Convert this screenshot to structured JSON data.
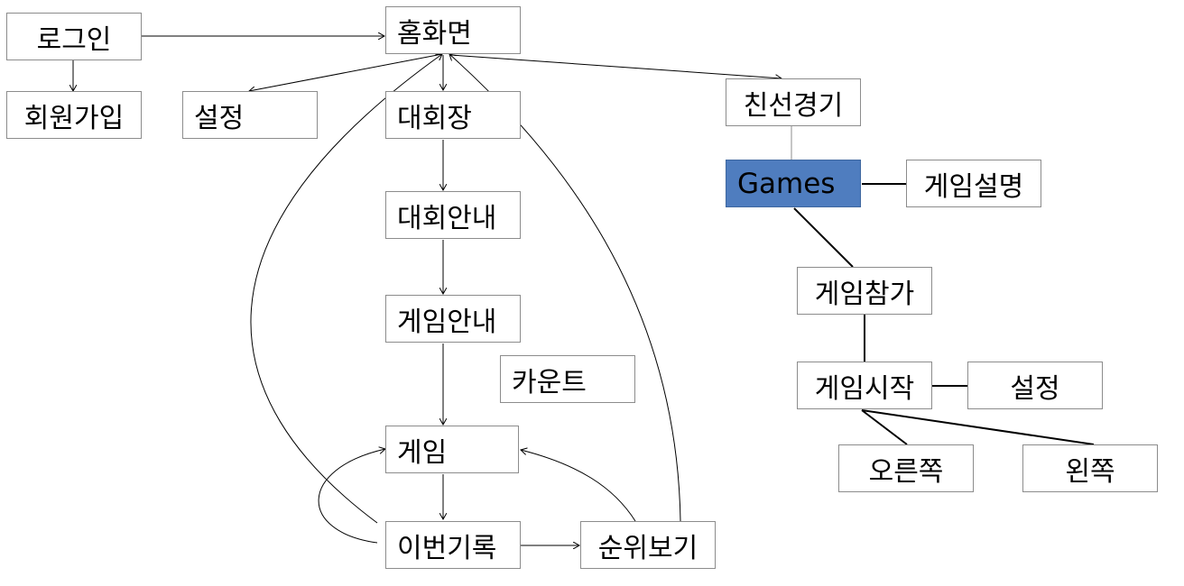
{
  "nodes": {
    "login": "로그인",
    "signup": "회원가입",
    "home": "홈화면",
    "settings": "설정",
    "tournament": "대회장",
    "tournament_info": "대회안내",
    "game_info": "게임안내",
    "count": "카운트",
    "game": "게임",
    "this_record": "이번기록",
    "view_rank": "순위보기",
    "friendly_match": "친선경기",
    "games": "Games",
    "game_description": "게임설명",
    "game_join": "게임참가",
    "game_start": "게임시작",
    "settings2": "설정",
    "right": "오른쪽",
    "left": "왼쪽"
  },
  "colors": {
    "highlight": "#4f7dbf",
    "border": "#8c8c8c",
    "edge": "#000000"
  }
}
